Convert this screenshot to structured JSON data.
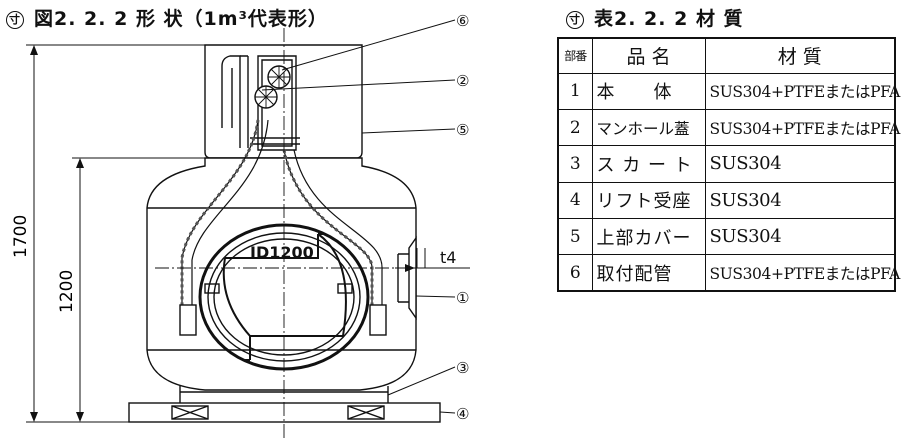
{
  "figure": {
    "marker": "寸",
    "title": "図2. 2. 2 形 状（1m³代表形）",
    "callouts": [
      "⑥",
      "②",
      "⑤",
      "①",
      "③",
      "④"
    ],
    "dim_total": "1700",
    "dim_body": "1200",
    "inner_diameter": "ID1200",
    "thickness": "t4"
  },
  "table": {
    "marker": "寸",
    "title": "表2. 2. 2 材 質",
    "headers": {
      "no": "部番",
      "name": "品 名",
      "material": "材 質"
    },
    "rows": [
      {
        "no": "1",
        "name": "本　　体",
        "material": "SUS304+PTFEまたはPFA"
      },
      {
        "no": "2",
        "name": "マンホール蓋",
        "material": "SUS304+PTFEまたはPFA"
      },
      {
        "no": "3",
        "name": "ス カ ー ト",
        "material": "SUS304"
      },
      {
        "no": "4",
        "name": "リフト受座",
        "material": "SUS304"
      },
      {
        "no": "5",
        "name": "上部カバー",
        "material": "SUS304"
      },
      {
        "no": "6",
        "name": "取付配管",
        "material": "SUS304+PTFEまたはPFA"
      }
    ]
  }
}
